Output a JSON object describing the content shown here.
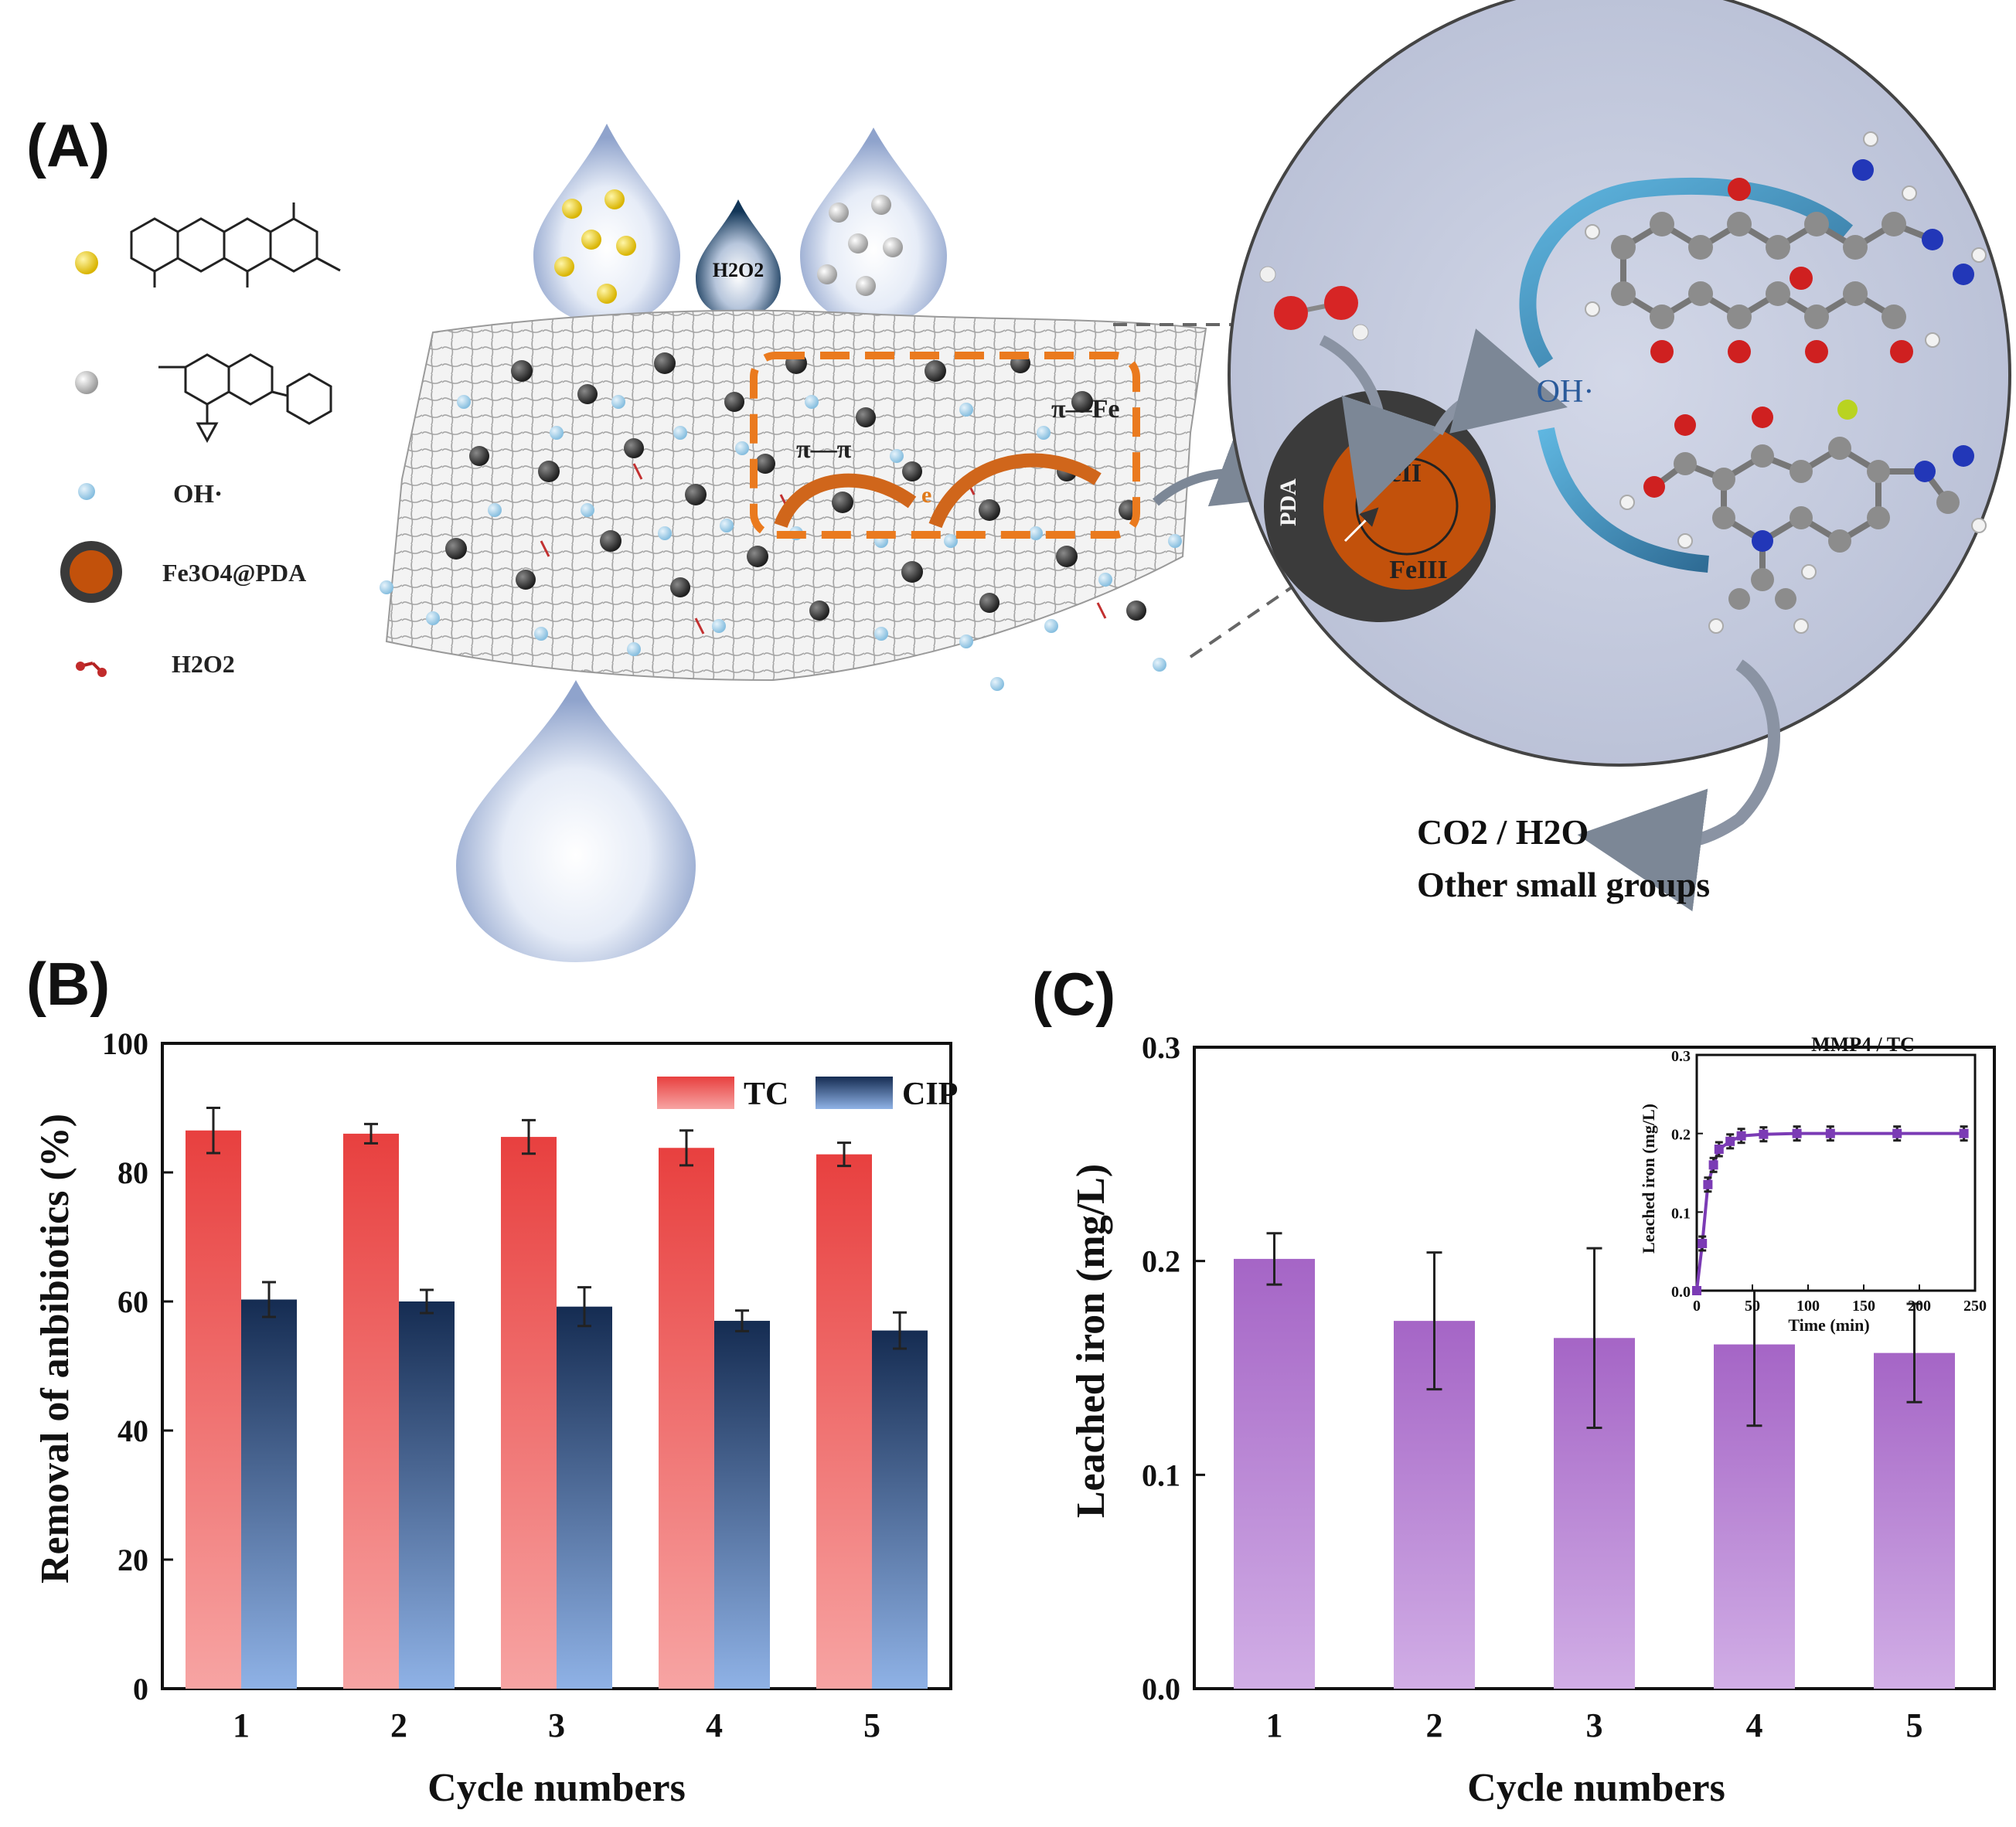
{
  "panel_labels": {
    "a": "(A)",
    "b": "(B)",
    "c": "(C)"
  },
  "legend_a": {
    "oh_radical": "OH·",
    "catalyst": "Fe3O4@PDA",
    "h2o2": "H2O2"
  },
  "scheme": {
    "h2o2_drop": "H2O2",
    "pi_pi": "π—π",
    "pi_fe": "π—Fe",
    "electron": "e",
    "fe2": "FeII",
    "fe3": "FeIII",
    "pda": "PDA",
    "oh_radical": "OH·",
    "products_line1": "CO2 / H2O",
    "products_line2": "Other small groups"
  },
  "colors": {
    "tc_bar": "#e8403f",
    "cip_bar": "#1b3560",
    "iron_bar": "#a56cc8",
    "inset_line": "#7b3bb5",
    "core": "#c2510b",
    "shell": "#3a3a3a",
    "circle_bg": "#c9cfe1"
  },
  "chart_data": [
    {
      "type": "bar",
      "categories": [
        "1",
        "2",
        "3",
        "4",
        "5"
      ],
      "series": [
        {
          "name": "TC",
          "values": [
            86.5,
            86.0,
            85.5,
            83.8,
            82.8
          ],
          "errors": [
            3.5,
            1.5,
            2.6,
            2.7,
            1.8
          ]
        },
        {
          "name": "CIP",
          "values": [
            60.3,
            60.0,
            59.2,
            57.0,
            55.5
          ],
          "errors": [
            2.7,
            1.8,
            3.0,
            1.6,
            2.8
          ]
        }
      ],
      "xlabel": "Cycle numbers",
      "ylabel": "Removal of anbibiotics (%)",
      "ylim": [
        0,
        100
      ],
      "yticks": [
        0,
        20,
        40,
        60,
        80,
        100
      ],
      "legend": "top-right"
    },
    {
      "type": "bar",
      "categories": [
        "1",
        "2",
        "3",
        "4",
        "5"
      ],
      "series": [
        {
          "values": [
            0.201,
            0.172,
            0.164,
            0.161,
            0.157
          ],
          "errors": [
            0.012,
            0.032,
            0.042,
            0.038,
            0.023
          ]
        }
      ],
      "xlabel": "Cycle numbers",
      "ylabel": "Leached iron (mg/L)",
      "ylim": [
        0,
        0.3
      ],
      "yticks": [
        "0.0",
        "0.1",
        "0.2",
        "0.3"
      ]
    },
    {
      "type": "line",
      "x": [
        0,
        5,
        10,
        15,
        20,
        30,
        40,
        60,
        90,
        120,
        180,
        240
      ],
      "y": [
        0.0,
        0.06,
        0.135,
        0.16,
        0.18,
        0.19,
        0.197,
        0.199,
        0.2,
        0.2,
        0.2,
        0.2
      ],
      "title": "MMP4 / TC",
      "xlabel": "Time (min)",
      "ylabel": "Leached iron (mg/L)",
      "xlim": [
        0,
        250
      ],
      "ylim": [
        0,
        0.3
      ],
      "xticks": [
        "0",
        "50",
        "100",
        "150",
        "200",
        "250"
      ],
      "yticks": [
        "0.0",
        "0.1",
        "0.2",
        "0.3"
      ]
    }
  ]
}
